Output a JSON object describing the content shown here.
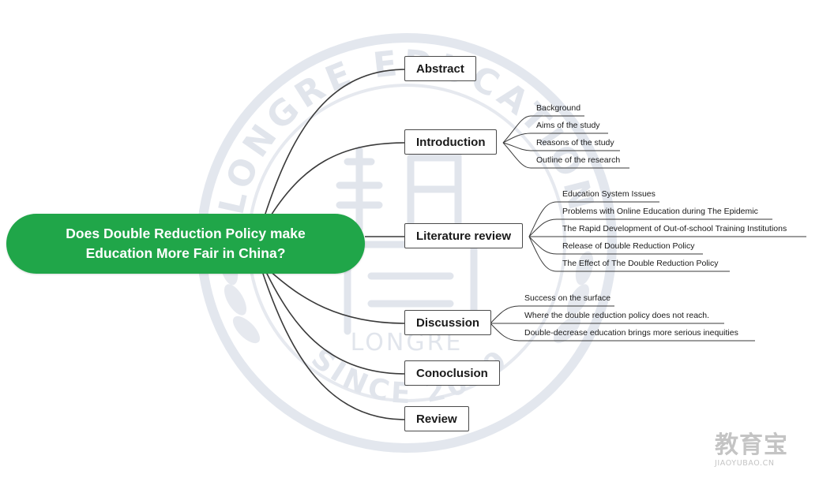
{
  "root": {
    "line1": "Does Double Reduction Policy make",
    "line2": "Education More Fair in China?",
    "color": "#20a649"
  },
  "branches": [
    {
      "label": "Abstract",
      "children": []
    },
    {
      "label": "Introduction",
      "children": [
        "Background",
        "Aims of the study",
        "Reasons of the study",
        "Outline of the research"
      ]
    },
    {
      "label": "Literature review",
      "children": [
        "Education System Issues",
        "Problems with Online Education during The Epidemic",
        "The Rapid Development of Out-of-school Training Institutions",
        "Release of Double Reduction Policy",
        "The Effect of The Double Reduction Policy"
      ]
    },
    {
      "label": "Discussion",
      "children": [
        "Success on the surface",
        "Where the double reduction policy does not reach.",
        "Double-decrease education brings more serious inequities"
      ]
    },
    {
      "label": "Conoclusion",
      "children": []
    },
    {
      "label": "Review",
      "children": []
    }
  ],
  "watermark": {
    "top_arc": "LONGRE EDUCATION",
    "bottom_arc": "SINCE 2009",
    "center_word": "LONGRE"
  },
  "brand": {
    "name": "教育宝",
    "url": "JIAOYUBAO.CN"
  },
  "colors": {
    "line": "#3a3a3a",
    "watermark": "#dfe3ea",
    "brand": "#c4c4c4"
  }
}
